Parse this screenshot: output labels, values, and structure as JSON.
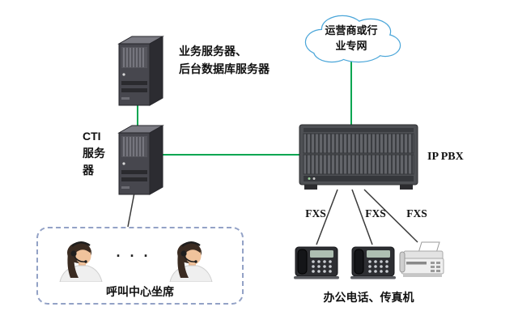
{
  "diagram": {
    "cloud": {
      "lines": [
        "运营商或行",
        "业专网"
      ]
    },
    "app_server": {
      "lines": [
        "业务服务器、",
        "后台数据库服务器"
      ]
    },
    "cti_server": {
      "lines": [
        "CTI",
        "服务",
        "器"
      ]
    },
    "ip_pbx": {
      "label": "IP PBX"
    },
    "fxs": [
      "FXS",
      "FXS",
      "FXS"
    ],
    "call_center": {
      "dots": "· · ·",
      "label": "呼叫中心坐席"
    },
    "office": {
      "label": "办公电话、传真机"
    },
    "colors": {
      "green_line": "#00a651",
      "black_line": "#3a3a3a",
      "cloud_stroke": "#4ba6d9",
      "dashed_border": "#93a2c6"
    }
  }
}
